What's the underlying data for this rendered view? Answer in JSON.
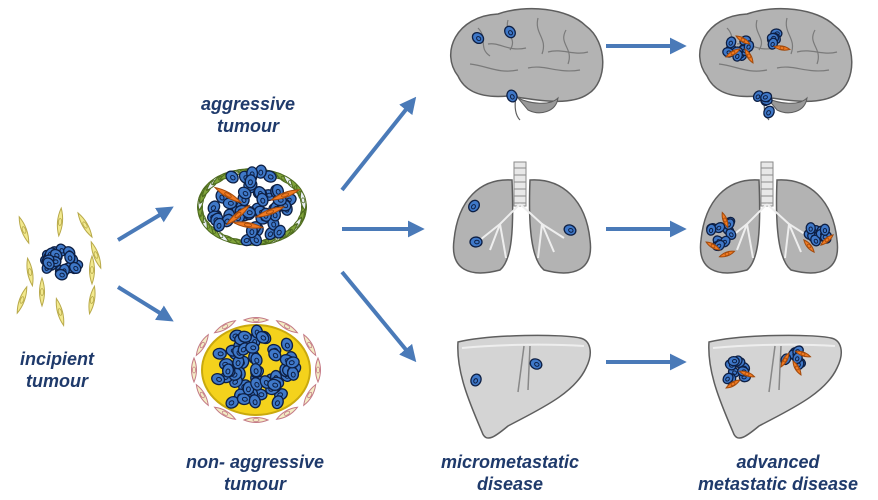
{
  "labels": {
    "incipient": [
      "incipient",
      "tumour"
    ],
    "aggressive": [
      "aggressive",
      "tumour"
    ],
    "non_aggressive": [
      "non- aggressive",
      "tumour"
    ],
    "micrometastatic": [
      "micrometastatic",
      "disease"
    ],
    "advanced": [
      "advanced",
      "metastatic disease"
    ]
  },
  "colors": {
    "text": "#1f3a6b",
    "arrow": "#4a7ab8",
    "cell_fill": "#3f78c8",
    "cell_stroke": "#0d1f44",
    "fibroblast": "#f2e98e",
    "fibroblast_stroke": "#b8a94a",
    "organ_fill": "#b3b3b3",
    "organ_stroke": "#5e5e5e",
    "orange": "#f07a22",
    "green": "#7fa23a",
    "yellow": "#f4d21c"
  },
  "icons": [
    "tumour-cell-cluster",
    "fibroblast",
    "brain",
    "lungs",
    "liver",
    "arrow"
  ]
}
